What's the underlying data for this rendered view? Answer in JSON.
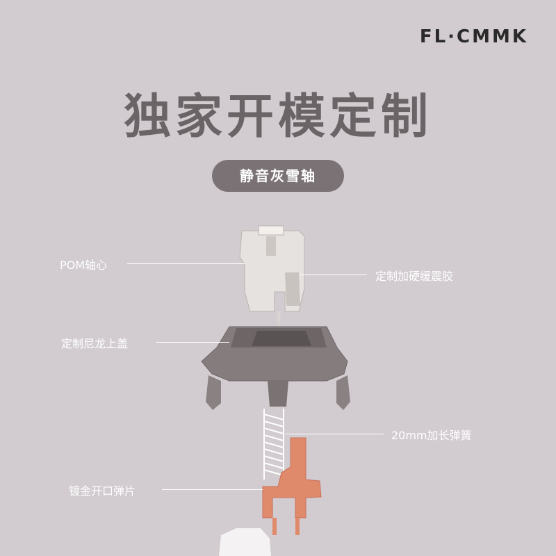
{
  "brand": "FL·CMMK",
  "title": "独家开模定制",
  "pill": "静音灰雪轴",
  "labels": {
    "stem": "POM轴心",
    "damper": "定制加硬缓震胶",
    "housing": "定制尼龙上盖",
    "spring": "20mm加长弹簧",
    "leaf": "镀金开口弹片"
  },
  "colors": {
    "background": "#d2ccd0",
    "title": "#6b6467",
    "pill": "#7b7275",
    "housing": "#857c7d",
    "stem": "#e6e2df",
    "leaf": "#e08a6c"
  }
}
